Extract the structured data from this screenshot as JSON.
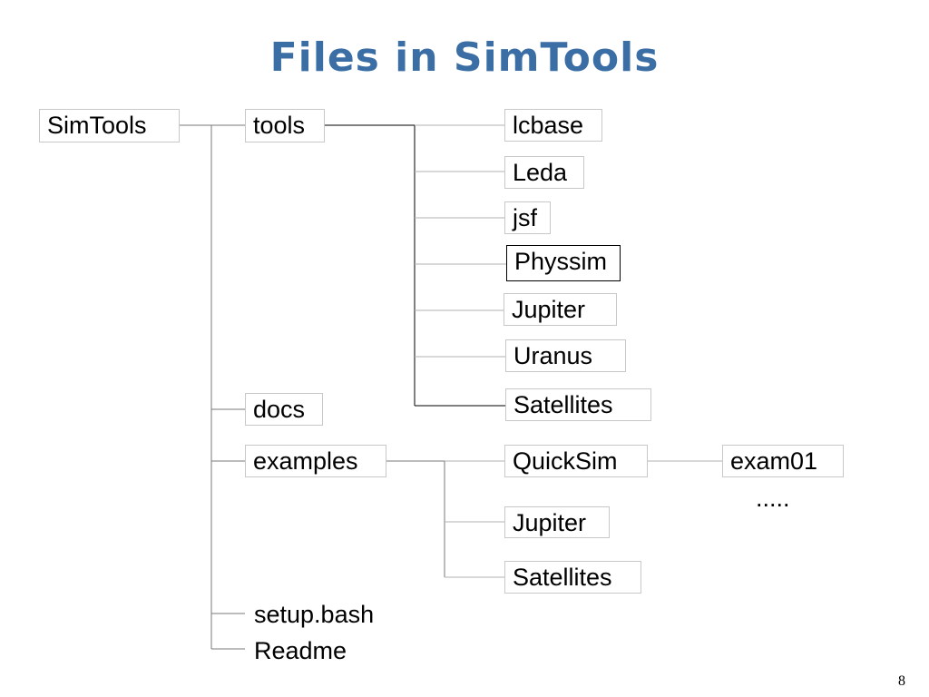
{
  "title": "Files in SimTools",
  "root": "SimTools",
  "level1": {
    "tools": "tools",
    "docs": "docs",
    "examples": "examples",
    "setup": "setup.bash",
    "readme": "Readme"
  },
  "tools_children": [
    "lcbase",
    "Leda",
    "jsf",
    "Physsim",
    "Jupiter",
    "Uranus",
    "Satellites"
  ],
  "examples_children": [
    "QuickSim",
    "Jupiter",
    "Satellites"
  ],
  "quicksim_children": [
    "exam01"
  ],
  "quicksim_more": ".....",
  "page_number": "8",
  "colors": {
    "title": "#3a6ea5",
    "connector": "#000000",
    "box_border": "#c8c8c8"
  }
}
